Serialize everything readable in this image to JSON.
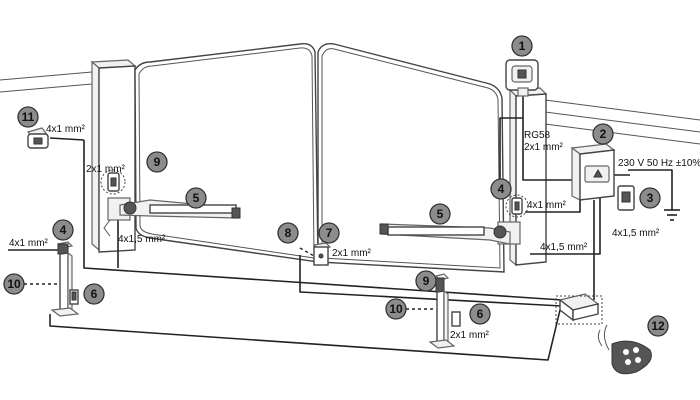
{
  "callouts": [
    "1",
    "2",
    "3",
    "4",
    "5",
    "6",
    "7",
    "8",
    "9",
    "10",
    "11",
    "12"
  ],
  "cable_labels": {
    "photocell_left": "4x1 mm²",
    "left_photocell_post": "4x1 mm²",
    "left_motor_top": "2x1 mm²",
    "left_motor_bottom": "4x1,5 mm²",
    "keyswitch": "2x1 mm²",
    "rg58": "RG58",
    "rg58_sub": "2x1 mm²",
    "power": "230 V 50 Hz ±10%",
    "power_sub": "4x1,5 mm²",
    "right_photocell": "4x1 mm²",
    "right_motor": "4x1,5 mm²",
    "right_photocell_post": "2x1 mm²"
  },
  "colors": {
    "callout_fill": "#8c8c8c",
    "line": "#222222"
  }
}
